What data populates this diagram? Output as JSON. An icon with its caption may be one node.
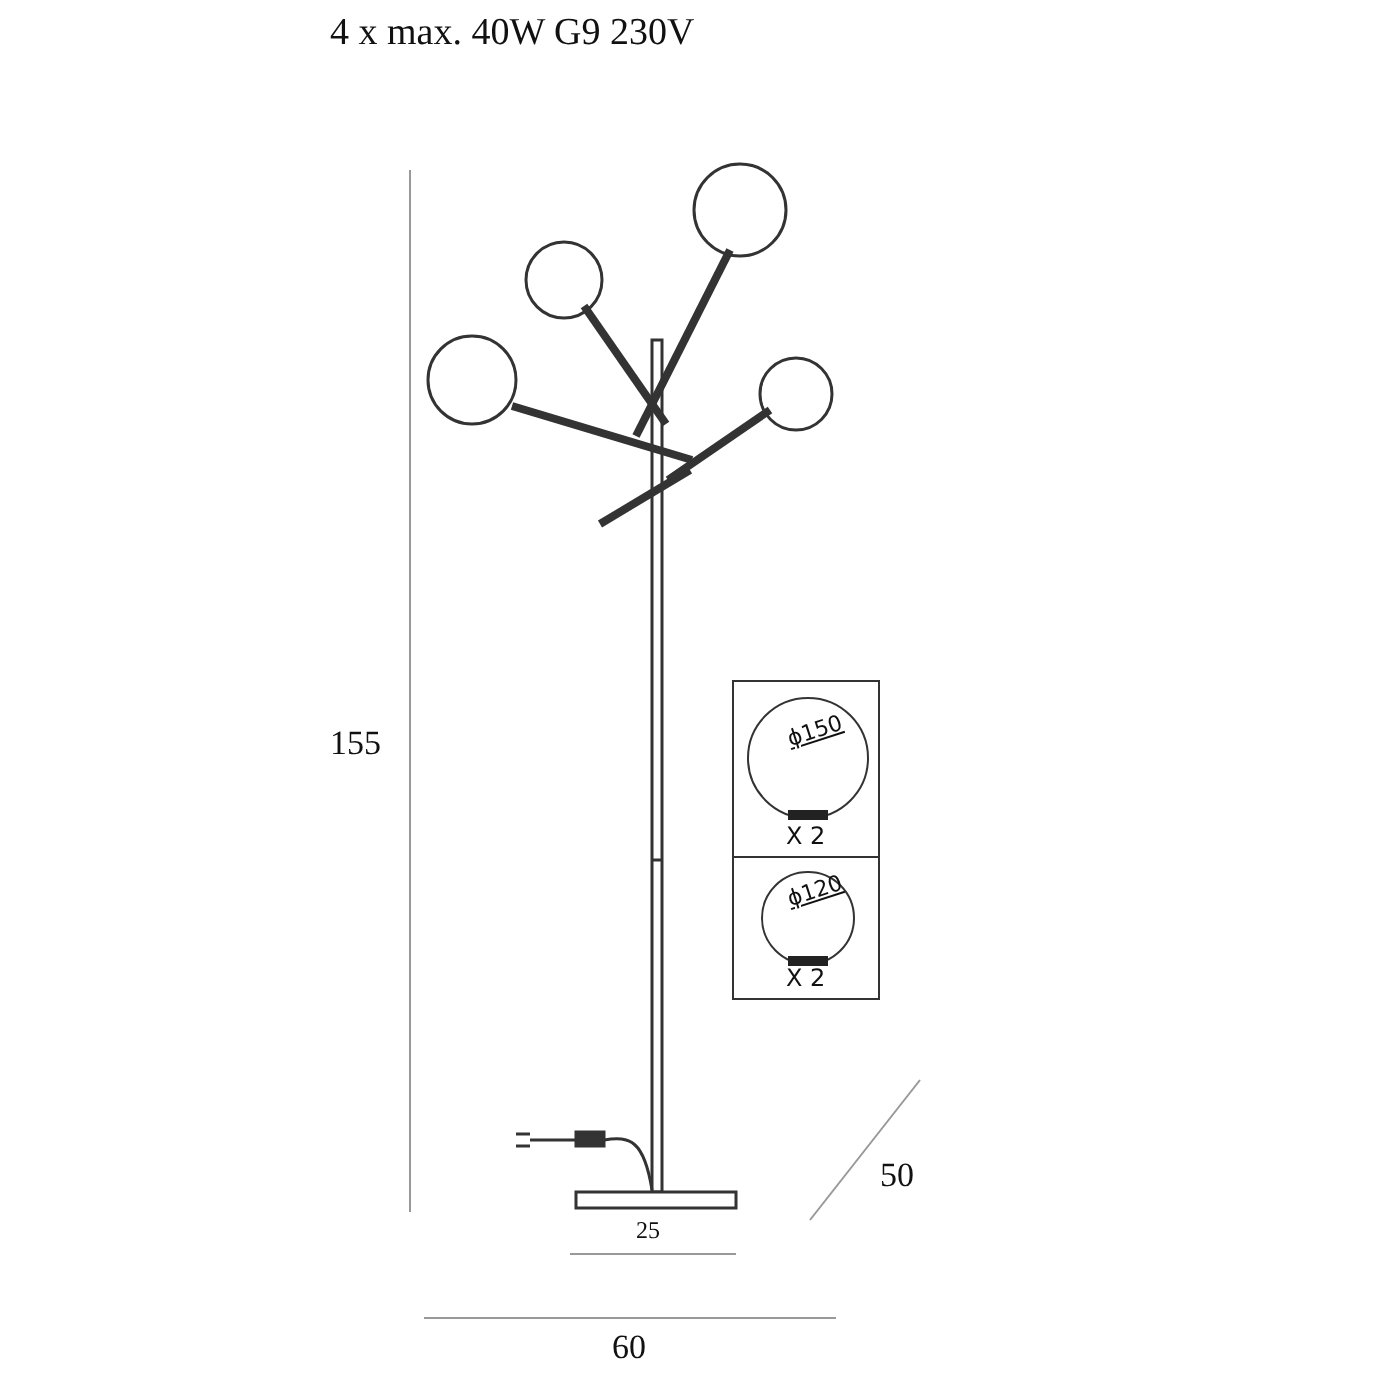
{
  "diagram": {
    "title": "4 x max. 40W G9  230V",
    "nodes": [
      {
        "text": [
          "ϕ150",
          "X 2"
        ]
      },
      {
        "text": [
          "ϕ120",
          "X 2"
        ]
      }
    ],
    "labels": [
      "155",
      "25",
      "50",
      "60"
    ]
  }
}
